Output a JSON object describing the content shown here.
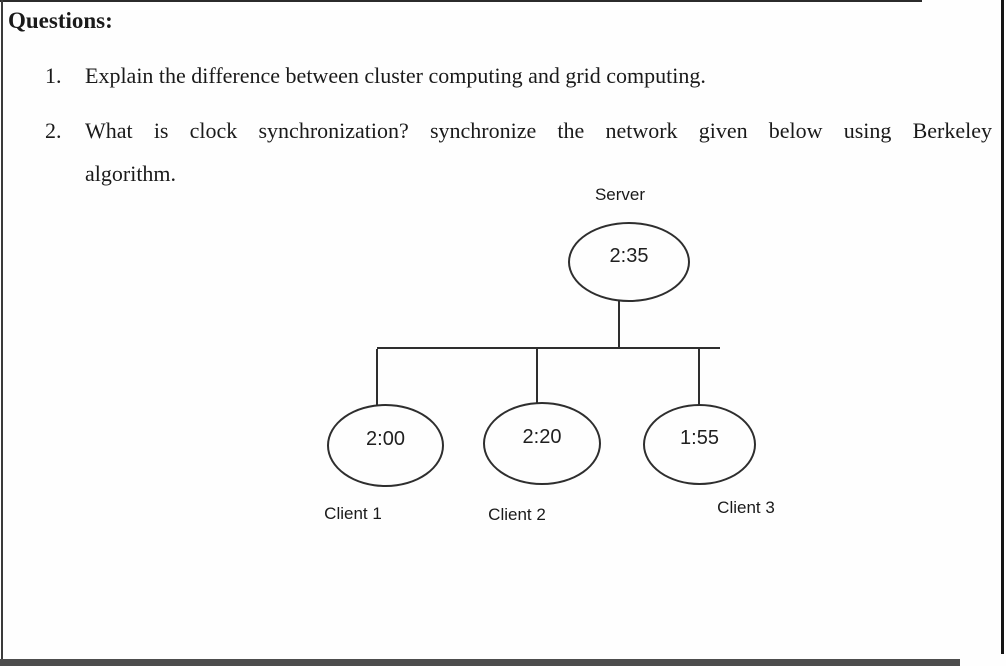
{
  "page": {
    "heading": "Questions:"
  },
  "questions": [
    {
      "number": "1.",
      "text": "Explain the difference between cluster computing and grid computing."
    },
    {
      "number": "2.",
      "line1": "What is clock synchronization? synchronize the network given below using Berkeley",
      "line2": "algorithm."
    }
  ],
  "diagram": {
    "server": {
      "label": "Server",
      "time": "2:35"
    },
    "clients": [
      {
        "label": "Client 1",
        "time": "2:00"
      },
      {
        "label": "Client 2",
        "time": "2:20"
      },
      {
        "label": "Client 3",
        "time": "1:55"
      }
    ]
  },
  "colors": {
    "text": "#1a1a1a",
    "diagram_stroke": "#2e2e2e",
    "scan_border": "#3a3a3a",
    "bottom_bar": "#4d4d4d"
  }
}
